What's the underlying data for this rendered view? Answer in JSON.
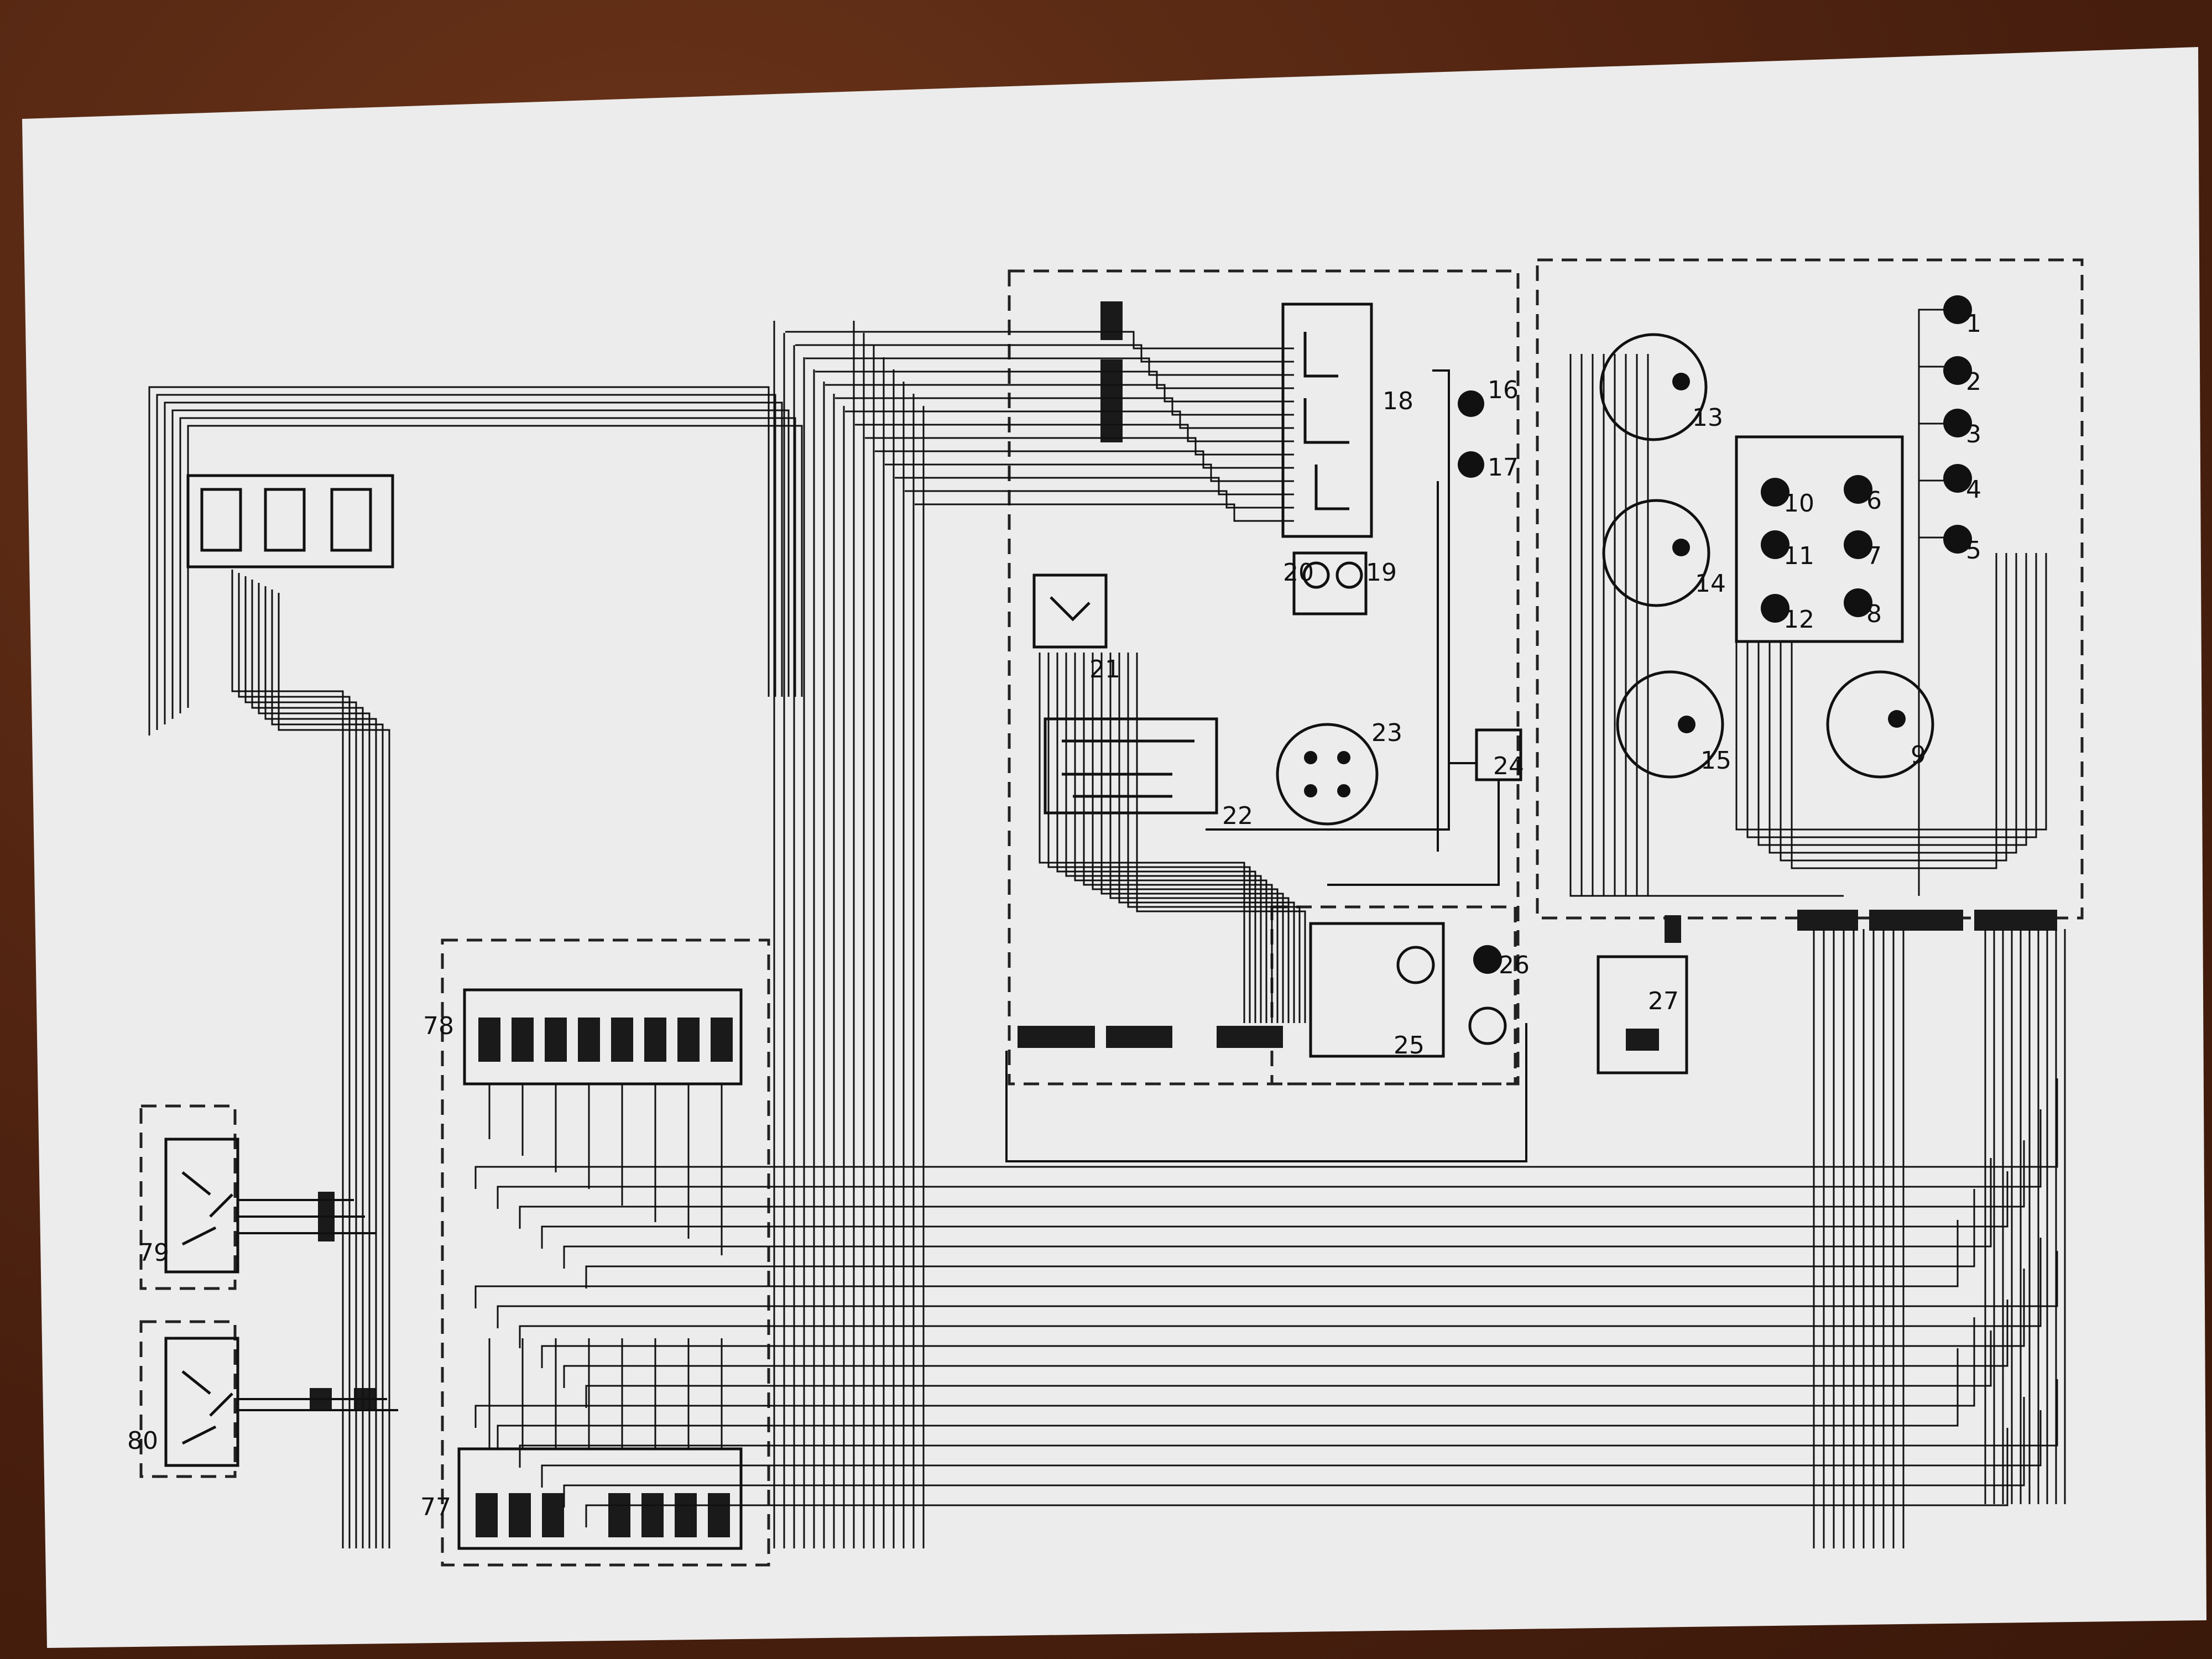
{
  "diagram": {
    "component_labels": {
      "c1": "1",
      "c2": "2",
      "c3": "3",
      "c4": "4",
      "c5": "5",
      "c6": "6",
      "c7": "7",
      "c8": "8",
      "c9": "9",
      "c10": "10",
      "c11": "11",
      "c12": "12",
      "c13": "13",
      "c14": "14",
      "c15": "15",
      "c16": "16",
      "c17": "17",
      "c18": "18",
      "c19": "19",
      "c20": "20",
      "c21": "21",
      "c22": "22",
      "c23": "23",
      "c24": "24",
      "c25": "25",
      "c26": "26",
      "c27": "27",
      "c77": "77",
      "c78": "78",
      "c79": "79",
      "c80": "80"
    }
  },
  "colors": {
    "paper": "#ececec",
    "ink": "#111111",
    "background": "#5a2a14"
  }
}
